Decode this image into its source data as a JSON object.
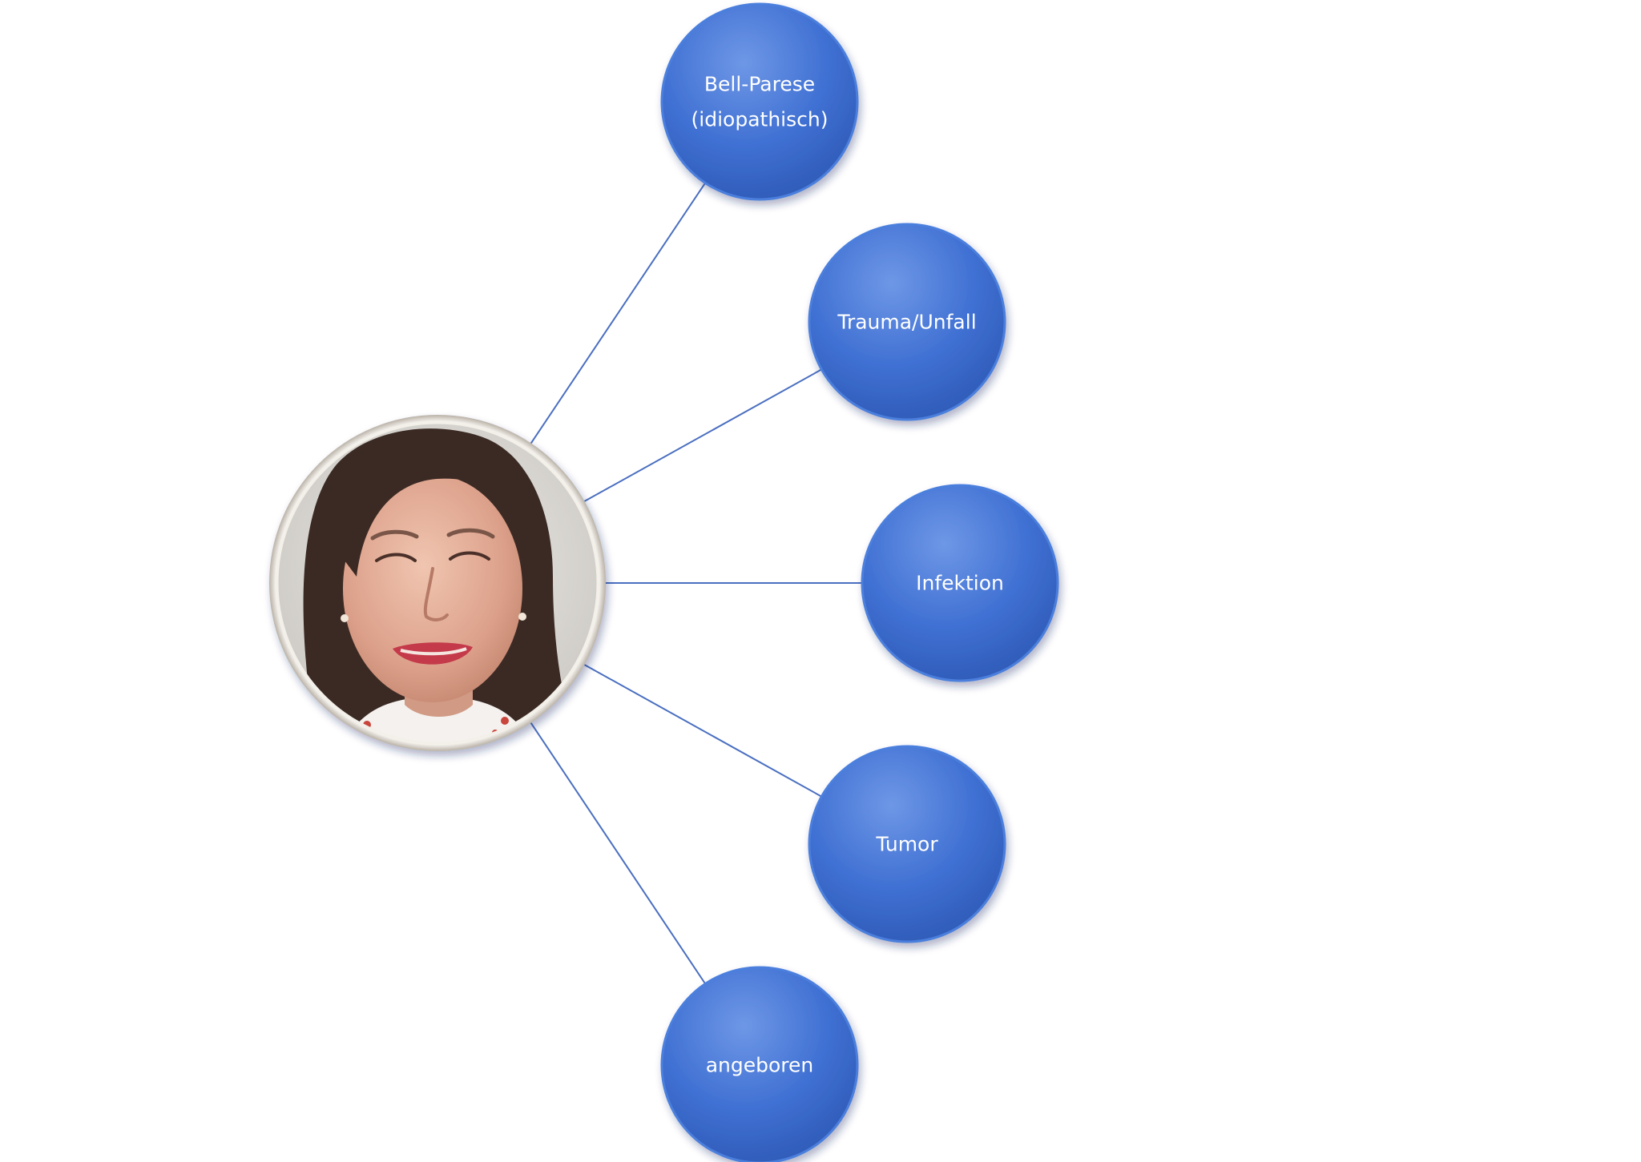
{
  "diagram": {
    "type": "radial",
    "colors": {
      "node_fill": "#3d6fd2",
      "node_fill_light": "#6e97e6",
      "node_fill_dark": "#2d58b4",
      "node_rim": "#4c7fdd",
      "connector": "#4a6fc0",
      "hub_frame": "#e6e1da"
    },
    "hub": {
      "content": "photo"
    },
    "nodes": [
      {
        "id": "bell",
        "lines": [
          "Bell-Parese",
          "(idiopathisch)"
        ]
      },
      {
        "id": "trauma",
        "lines": [
          "Trauma/Unfall"
        ]
      },
      {
        "id": "infektion",
        "lines": [
          "Infektion"
        ]
      },
      {
        "id": "tumor",
        "lines": [
          "Tumor"
        ]
      },
      {
        "id": "angeboren",
        "lines": [
          "angeboren"
        ]
      }
    ]
  }
}
